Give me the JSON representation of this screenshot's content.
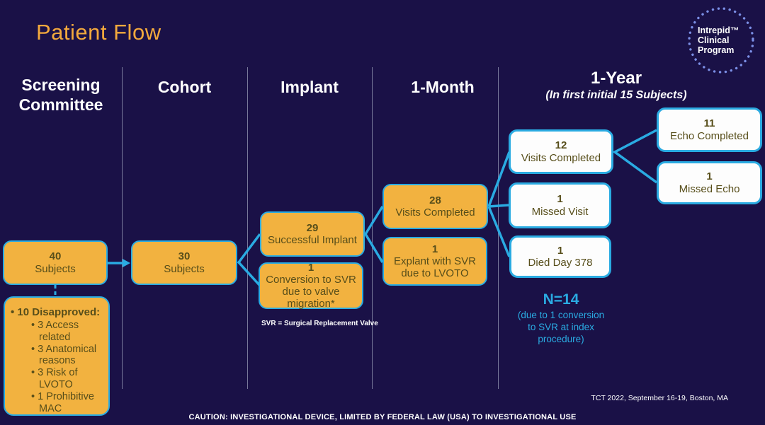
{
  "slide": {
    "title": "Patient Flow",
    "svr_note": "SVR = Surgical Replacement Valve",
    "credit": "TCT 2022, September 16-19, Boston, MA",
    "footer_note": "CAUTION: INVESTIGATIONAL DEVICE, LIMITED BY FEDERAL LAW (USA) TO INVESTIGATIONAL USE"
  },
  "logo": {
    "line1": "Intrepid™",
    "line2": "Clinical",
    "line3": "Program"
  },
  "columns": {
    "screening": "Screening\nCommittee",
    "cohort": "Cohort",
    "implant": "Implant",
    "month1": "1-Month",
    "year1": "1-Year",
    "year1_sub": "(In first initial 15 Subjects)"
  },
  "boxes": {
    "subjects40": {
      "value": "40",
      "label": "Subjects"
    },
    "subjects30": {
      "value": "30",
      "label": "Subjects"
    },
    "implant29": {
      "value": "29",
      "label": "Successful Implant"
    },
    "conversion1": {
      "value": "1",
      "label": "Conversion to SVR due to valve migration*"
    },
    "visits28": {
      "value": "28",
      "label": "Visits Completed"
    },
    "explant1": {
      "value": "1",
      "label": "Explant with SVR due to LVOTO"
    },
    "visits12": {
      "value": "12",
      "label": "Visits Completed"
    },
    "missed_visit1": {
      "value": "1",
      "label": "Missed Visit"
    },
    "died1": {
      "value": "1",
      "label": "Died Day 378"
    },
    "echo11": {
      "value": "11",
      "label": "Echo Completed"
    },
    "missed_echo1": {
      "value": "1",
      "label": "Missed Echo"
    }
  },
  "disapproved": {
    "header": "10 Disapproved:",
    "items": [
      "3 Access related",
      "3 Anatomical reasons",
      "3 Risk of LVOTO",
      "1 Prohibitive MAC"
    ]
  },
  "annotation": {
    "n_label": "N=14",
    "n_sub": "(due to 1 conversion\nto SVR at index\nprocedure)"
  },
  "colors": {
    "background": "#1a1147",
    "box_orange": "#f2b240",
    "connector_cyan": "#2aabe2",
    "title_orange": "#f3a93d",
    "box_text_olive": "#574e1a",
    "logo_dot_blue": "#7b8fe6"
  }
}
